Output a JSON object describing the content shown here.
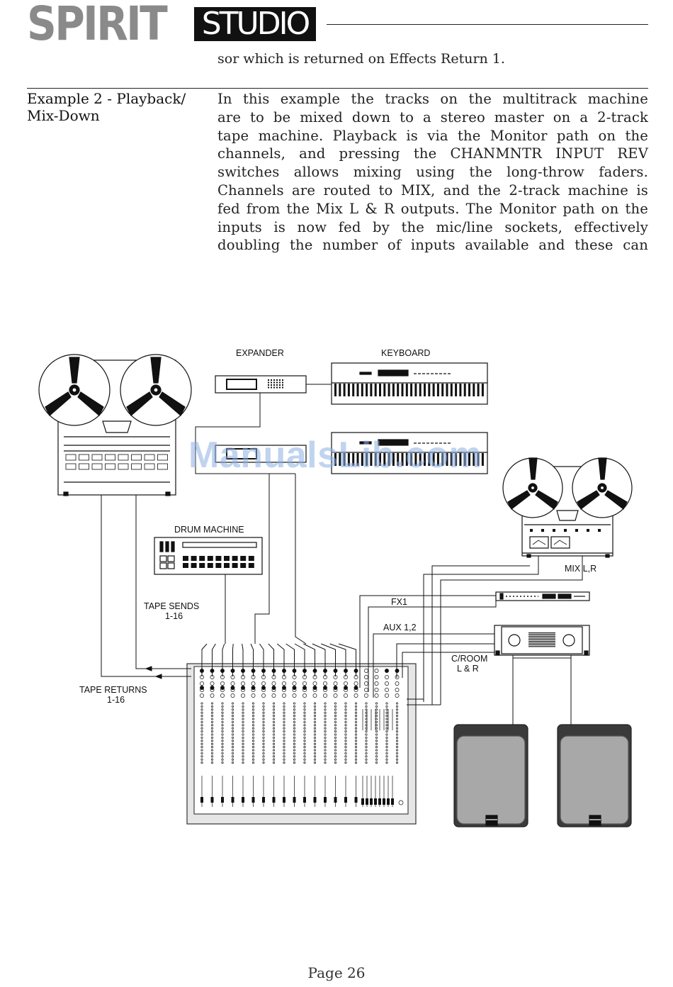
{
  "header": {
    "brand_left": "SPIRIT",
    "brand_right": "STUDIO"
  },
  "previous_text": "sor which is returned on Effects Return 1.",
  "section": {
    "title_line1": "Example 2 - Playback/",
    "title_line2": "Mix-Down",
    "lines": [
      "In this example the tracks on the multitrack machine",
      "are to be mixed down to a stereo master on a 2-track",
      "tape machine.  Playback is via the Monitor path on the",
      "channels, and pressing the CHANMNTR INPUT REV",
      "switches allows mixing using the long-throw faders.",
      "Channels are routed to MIX, and the 2-track machine is",
      "fed from the Mix L & R outputs. The Monitor path on the",
      "inputs is now fed by the mic/line sockets, effectively",
      "doubling the number of inputs available and these can"
    ]
  },
  "diagram": {
    "labels": {
      "expander": "EXPANDER",
      "keyboard": "KEYBOARD",
      "drum_machine": "DRUM  MACHINE",
      "tape_sends_1": "TAPE  SENDS",
      "tape_sends_2": "1-16",
      "tape_returns_1": "TAPE  RETURNS",
      "tape_returns_2": "1-16",
      "mix_lr": "MIX  L,R",
      "fx1": "FX1",
      "aux": "AUX  1,2",
      "croom_1": "C/ROOM",
      "croom_2": "L  &  R"
    }
  },
  "watermark": "ManualsLib.com",
  "footer": {
    "page": "Page 26"
  }
}
